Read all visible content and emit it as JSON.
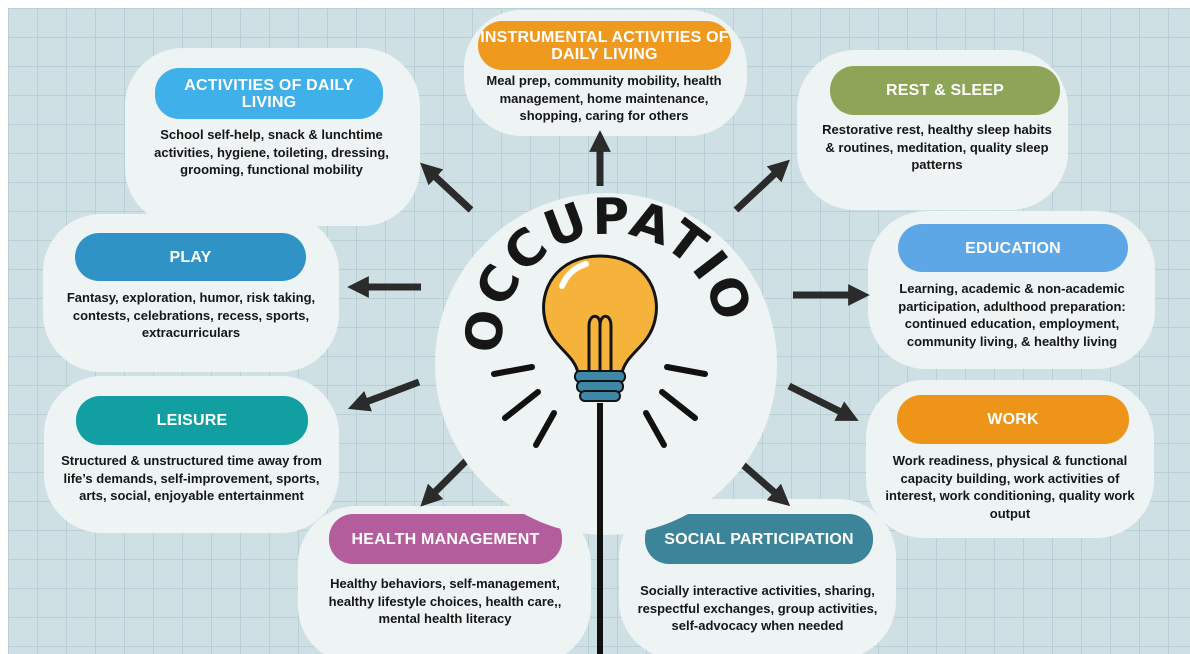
{
  "center": {
    "title": "OCCUPATIONS"
  },
  "categories": {
    "adl": {
      "label": "ACTIVITIES OF DAILY LIVING",
      "color": "#3fb0ea",
      "description": "School self-help, snack & lunchtime activities, hygiene, toileting, dressing, grooming, functional mobility"
    },
    "iadl": {
      "label": "INSTRUMENTAL ACTIVITIES OF DAILY LIVING",
      "color": "#ef9a1f",
      "description": "Meal prep, community mobility, health management, home maintenance, shopping, caring for others"
    },
    "rest": {
      "label": "REST & SLEEP",
      "color": "#8ea457",
      "description": "Restorative rest, healthy sleep habits & routines, meditation, quality sleep patterns"
    },
    "play": {
      "label": "PLAY",
      "color": "#2f93c6",
      "description": "Fantasy, exploration, humor, risk taking, contests, celebrations, recess, sports, extracurriculars"
    },
    "education": {
      "label": "EDUCATION",
      "color": "#5da7e6",
      "description": "Learning, academic & non-academic participation, adulthood preparation: continued education, employment, community living, & healthy living"
    },
    "leisure": {
      "label": "LEISURE",
      "color": "#129fa2",
      "description": "Structured & unstructured time away from life’s demands, self-improvement, sports, arts, social, enjoyable entertainment"
    },
    "work": {
      "label": "WORK",
      "color": "#ee9519",
      "description": "Work readiness, physical & functional capacity building, work activities of interest, work conditioning, quality work output"
    },
    "health": {
      "label": "HEALTH MANAGEMENT",
      "color": "#b45d9c",
      "description": "Healthy behaviors, self-management, healthy lifestyle choices, health care,, mental health literacy"
    },
    "social": {
      "label": "SOCIAL PARTICIPATION",
      "color": "#3c8499",
      "description": "Socially interactive activities, sharing, respectful exchanges, group activities, self-advocacy when needed"
    }
  },
  "icons": {
    "bulb": "lightbulb-icon",
    "arrows": "arrow-icon"
  }
}
